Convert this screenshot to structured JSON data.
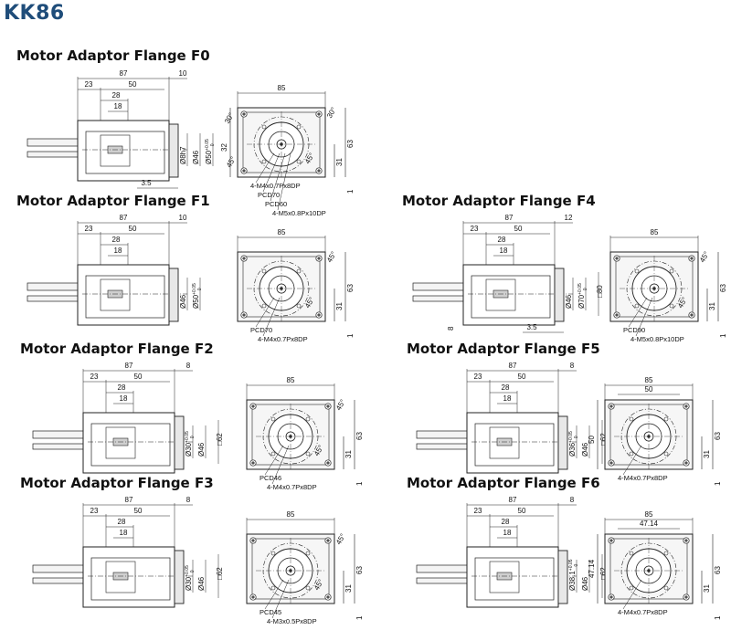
{
  "title": "KK86",
  "sections": [
    {
      "title": "Motor Adaptor Flange F0",
      "side": {
        "top": [
          "87",
          "23",
          "50",
          "28",
          "18"
        ],
        "right": [
          "10"
        ],
        "vert": [
          "Ø8h7",
          "Ø46",
          "Ø50 +0.05 0"
        ],
        "bottom": [
          "3.5"
        ],
        "left": []
      },
      "front": {
        "width": "85",
        "inner_width": "",
        "right": [
          "63",
          "31",
          "1"
        ],
        "left": [
          "32"
        ],
        "angles": [
          "30°",
          "45°",
          "30°",
          "45°"
        ],
        "callouts": [
          "4-M4x0.7Px8DP",
          "PCD70",
          "PCD60",
          "4-M5x0.8Px10DP"
        ]
      }
    },
    {
      "title": "Motor Adaptor Flange F1",
      "side": {
        "top": [
          "87",
          "23",
          "50",
          "28",
          "18"
        ],
        "right": [
          "10"
        ],
        "vert": [
          "Ø46",
          "Ø50 +0.05 0"
        ],
        "bottom": [],
        "left": []
      },
      "front": {
        "width": "85",
        "inner_width": "",
        "right": [
          "63",
          "31",
          "1"
        ],
        "left": [],
        "angles": [
          "45°",
          "45°"
        ],
        "callouts": [
          "PCD70",
          "4-M4x0.7Px8DP"
        ]
      }
    },
    {
      "title": "Motor Adaptor Flange F4",
      "side": {
        "top": [
          "87",
          "23",
          "50",
          "28",
          "18"
        ],
        "right": [
          "12"
        ],
        "vert": [
          "Ø46",
          "Ø70 +0.05 0",
          "□80"
        ],
        "bottom": [
          "3.5"
        ],
        "left": [
          "8"
        ]
      },
      "front": {
        "width": "85",
        "inner_width": "",
        "right": [
          "63",
          "31",
          "1"
        ],
        "left": [],
        "angles": [
          "45°",
          "45°"
        ],
        "callouts": [
          "PCD90",
          "4-M5x0.8Px10DP"
        ]
      }
    },
    {
      "title": "Motor Adaptor Flange F2",
      "side": {
        "top": [
          "87",
          "23",
          "50",
          "28",
          "18"
        ],
        "right": [
          "8"
        ],
        "vert": [
          "Ø30 +0.05 0",
          "Ø46",
          "□62"
        ],
        "bottom": [],
        "left": []
      },
      "front": {
        "width": "85",
        "inner_width": "",
        "right": [
          "63",
          "31",
          "1"
        ],
        "left": [],
        "angles": [
          "45°",
          "45°"
        ],
        "callouts": [
          "PCD46",
          "4-M4x0.7Px8DP"
        ]
      }
    },
    {
      "title": "Motor Adaptor Flange F5",
      "side": {
        "top": [
          "87",
          "23",
          "50",
          "28",
          "18"
        ],
        "right": [
          "8"
        ],
        "vert": [
          "Ø36 +0.05 0",
          "Ø46",
          "□62"
        ],
        "bottom": [],
        "left": []
      },
      "front": {
        "width": "85",
        "inner_width": "50",
        "right": [
          "63",
          "31",
          "1"
        ],
        "left": [
          "50"
        ],
        "angles": [],
        "callouts": [
          "4-M4x0.7Px8DP"
        ]
      }
    },
    {
      "title": "Motor Adaptor Flange F3",
      "side": {
        "top": [
          "87",
          "23",
          "50",
          "28",
          "18"
        ],
        "right": [
          "8"
        ],
        "vert": [
          "Ø30 +0.05 0",
          "Ø46",
          "□62"
        ],
        "bottom": [],
        "left": []
      },
      "front": {
        "width": "85",
        "inner_width": "",
        "right": [
          "63",
          "31",
          "1"
        ],
        "left": [],
        "angles": [
          "45°",
          "45°"
        ],
        "callouts": [
          "PCD45",
          "4-M3x0.5Px8DP"
        ]
      }
    },
    {
      "title": "Motor Adaptor Flange F6",
      "side": {
        "top": [
          "87",
          "23",
          "50",
          "28",
          "18"
        ],
        "right": [
          "8"
        ],
        "vert": [
          "Ø38.1 +0.05 0",
          "Ø46",
          "□62"
        ],
        "bottom": [],
        "left": []
      },
      "front": {
        "width": "85",
        "inner_width": "47.14",
        "right": [
          "63",
          "31",
          "1"
        ],
        "left": [
          "47.14"
        ],
        "angles": [],
        "callouts": [
          "4-M4x0.7Px8DP"
        ]
      }
    }
  ]
}
